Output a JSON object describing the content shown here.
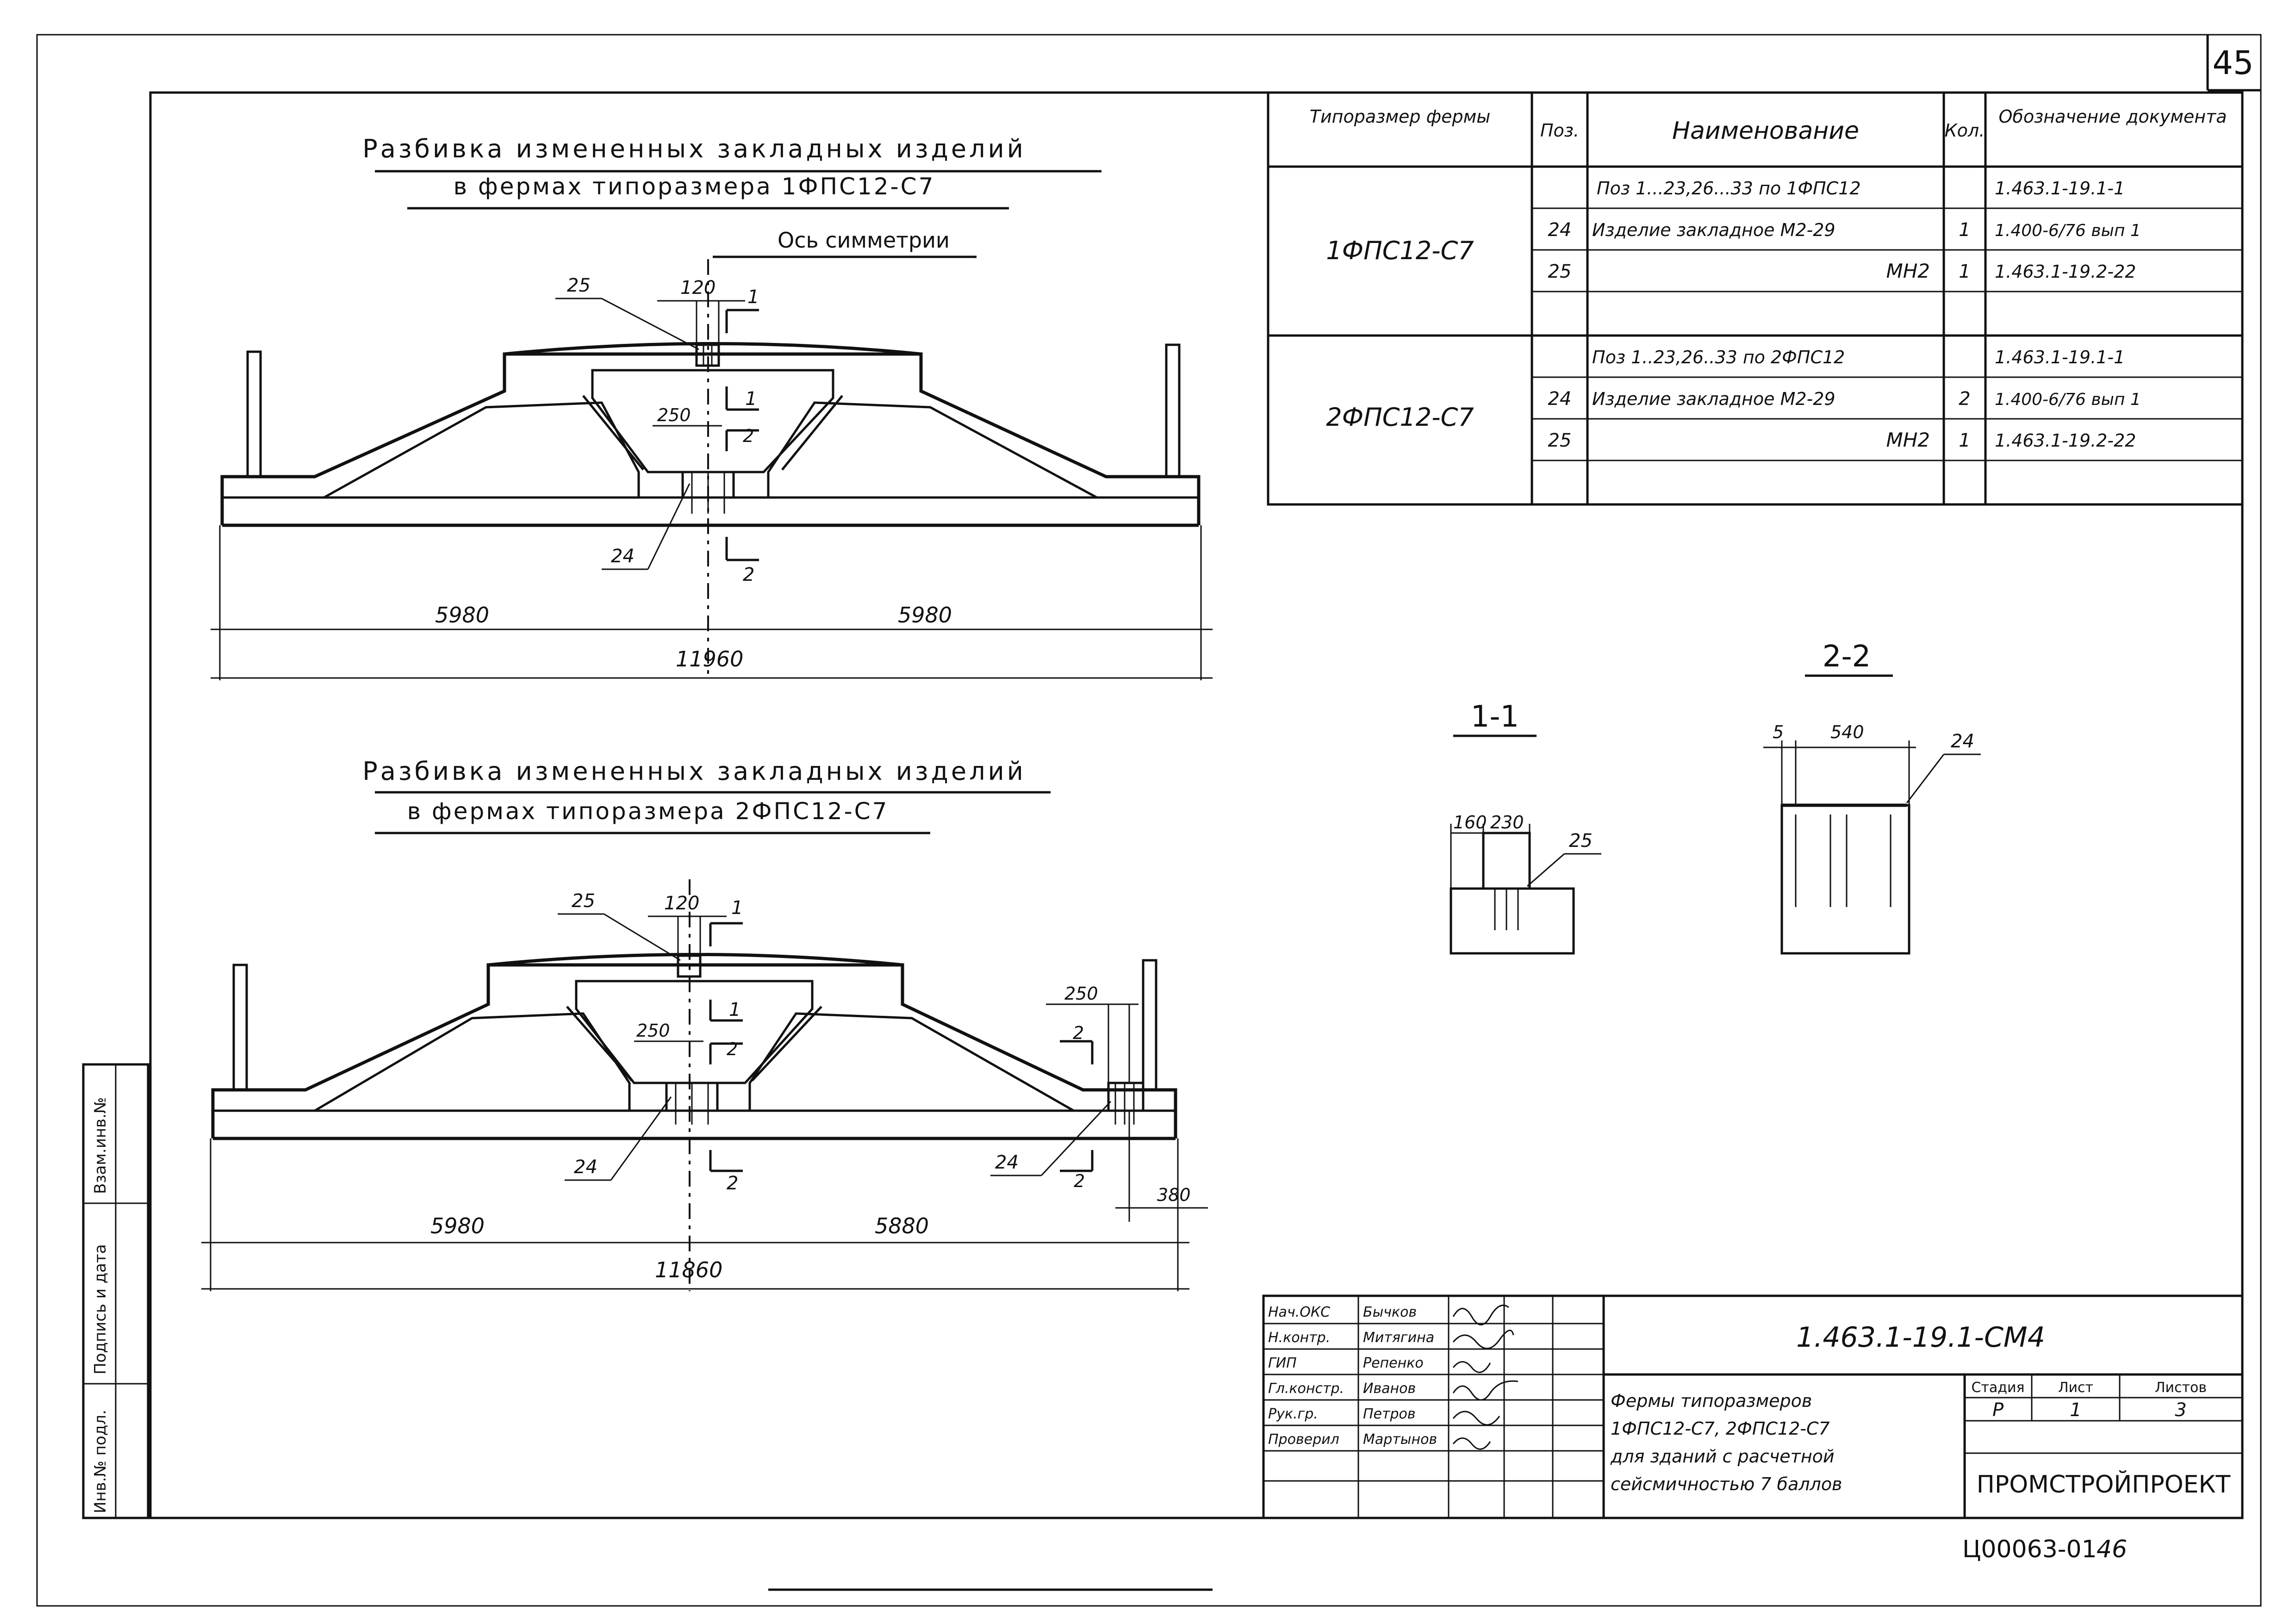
{
  "sheet_number": "45",
  "drawing1": {
    "title_line1": "Разбивка измененных закладных изделий",
    "title_line2": "в фермах типоразмера 1ФПС12-С7",
    "axis_label": "Ось симметрии",
    "labels": {
      "p25": "25",
      "p24": "24",
      "d120": "120",
      "d250": "250",
      "s1": "1",
      "s2": "2"
    },
    "dim_left": "5980",
    "dim_right": "5980",
    "dim_total": "11960"
  },
  "drawing2": {
    "title_line1": "Разбивка измененных закладных изделий",
    "title_line2": "в фермах типоразмера 2ФПС12-С7",
    "labels": {
      "p25": "25",
      "p24a": "24",
      "p24b": "24",
      "d120": "120",
      "d250a": "250",
      "d250b": "250",
      "d380": "380",
      "s1": "1",
      "s2": "2"
    },
    "dim_left": "5980",
    "dim_right": "5880",
    "dim_total": "11860"
  },
  "spec_table": {
    "headers": [
      "Типоразмер фермы",
      "Поз.",
      "Наименование",
      "Кол.",
      "Обозначение документа"
    ],
    "groups": [
      {
        "truss": "1ФПС12-С7",
        "rows": [
          {
            "pos": "",
            "name": "Поз 1...23,26...33 по 1ФПС12",
            "qty": "",
            "doc": "1.463.1-19.1-1"
          },
          {
            "pos": "24",
            "name": "Изделие закладное М2-29",
            "qty": "1",
            "doc": "1.400-6/76 вып 1"
          },
          {
            "pos": "25",
            "name": "МН2",
            "qty": "1",
            "doc": "1.463.1-19.2-22"
          },
          {
            "pos": "",
            "name": "",
            "qty": "",
            "doc": ""
          }
        ]
      },
      {
        "truss": "2ФПС12-С7",
        "rows": [
          {
            "pos": "",
            "name": "Поз 1..23,26..33 по 2ФПС12",
            "qty": "",
            "doc": "1.463.1-19.1-1"
          },
          {
            "pos": "24",
            "name": "Изделие закладное М2-29",
            "qty": "2",
            "doc": "1.400-6/76 вып 1"
          },
          {
            "pos": "25",
            "name": "МН2",
            "qty": "1",
            "doc": "1.463.1-19.2-22"
          },
          {
            "pos": "",
            "name": "",
            "qty": "",
            "doc": ""
          }
        ]
      }
    ]
  },
  "section_1_1": {
    "title": "1-1",
    "d160": "160",
    "d230": "230",
    "pos": "25"
  },
  "section_2_2": {
    "title": "2-2",
    "d5": "5",
    "d540": "540",
    "pos": "24"
  },
  "title_block": {
    "code": "1.463.1-19.1-СМ4",
    "roles": [
      "Нач.ОКС",
      "Н.контр.",
      "ГИП",
      "Гл.констр.",
      "Рук.гр.",
      "Проверил"
    ],
    "names": [
      "Бычков",
      "Митягина",
      "Репенко",
      "Иванов",
      "Петров",
      "Мартынов"
    ],
    "description": [
      "Фермы типоразмеров",
      "1ФПС12-С7, 2ФПС12-С7",
      "для зданий с расчетной",
      "сейсмичностью 7 баллов"
    ],
    "stage_header": [
      "Стадия",
      "Лист",
      "Листов"
    ],
    "stage_values": [
      "Р",
      "1",
      "3"
    ],
    "organization": "ПРОМСТРОЙПРОЕКТ"
  },
  "side_stamp": [
    "Инв.№ подл.",
    "Подпись и дата",
    "Взам.инв.№"
  ],
  "footer_code": "Ц00063-01",
  "footer_page": "46"
}
